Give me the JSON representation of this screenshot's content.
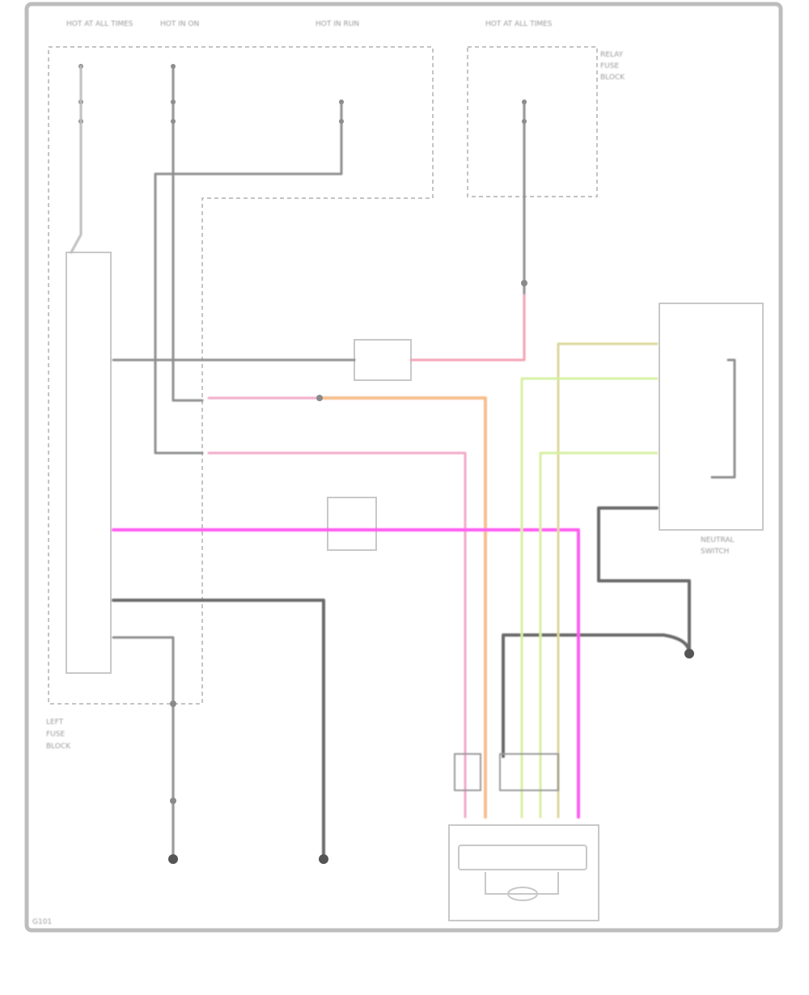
{
  "labels": {
    "top_left": [
      "HOT AT ALL TIMES",
      "HOT IN ON",
      "HOT IN RUN",
      "HOT AT ALL TIMES"
    ],
    "tr_box": [
      "RELAY",
      "FUSE",
      "BLOCK"
    ],
    "left_block": [
      "LEFT",
      "FUSE",
      "BLOCK"
    ],
    "neutral_switch": [
      "NEUTRAL",
      "SWITCH"
    ],
    "ground": "G101"
  },
  "colors": {
    "frame": "#c8c8c8",
    "wire_grey": "#8f8f8f",
    "wire_pink": "#f2a9c8",
    "wire_orange": "#f7be8c",
    "wire_magenta": "#ff5bf0",
    "wire_lime": "#d6f0a0"
  }
}
